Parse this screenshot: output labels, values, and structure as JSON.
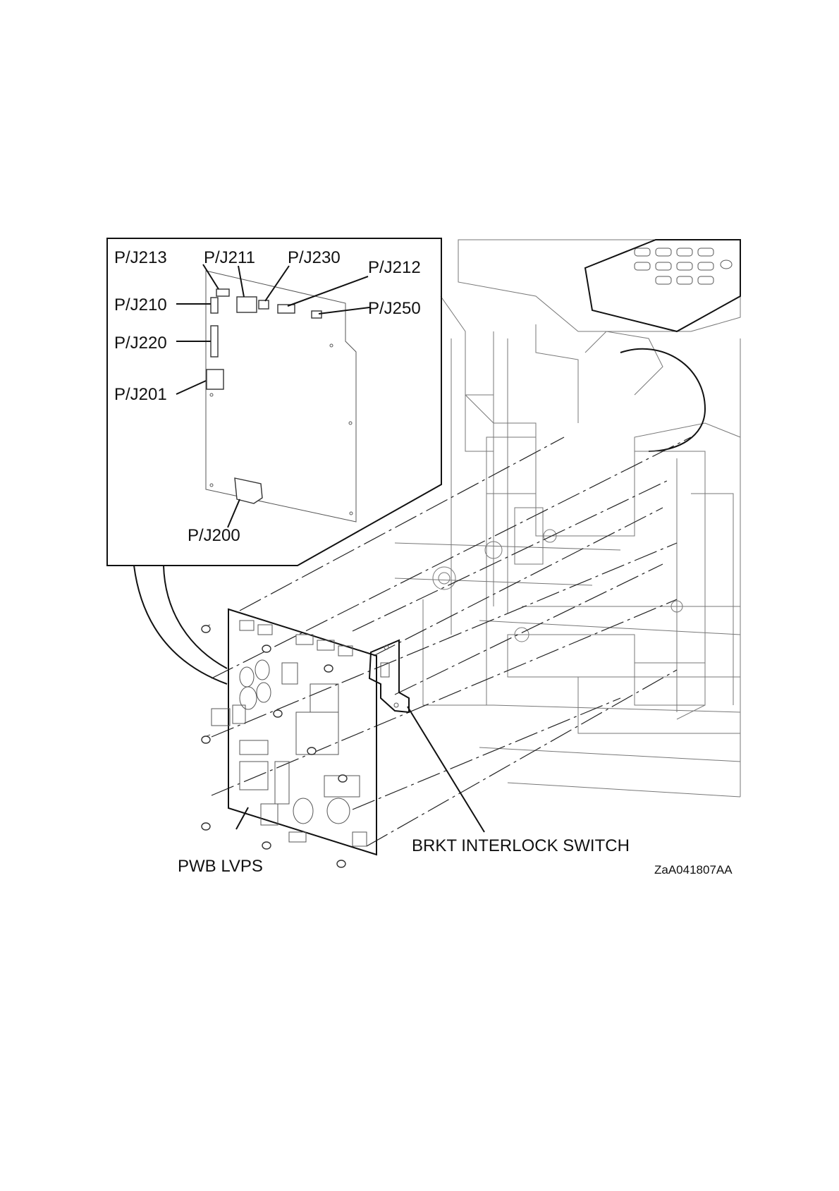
{
  "figure": {
    "reference_code": "ZaA041807AA"
  },
  "inset": {
    "connectors": [
      {
        "id": "pj213",
        "label": "P/J213"
      },
      {
        "id": "pj211",
        "label": "P/J211"
      },
      {
        "id": "pj230",
        "label": "P/J230"
      },
      {
        "id": "pj212",
        "label": "P/J212"
      },
      {
        "id": "pj210",
        "label": "P/J210"
      },
      {
        "id": "pj250",
        "label": "P/J250"
      },
      {
        "id": "pj220",
        "label": "P/J220"
      },
      {
        "id": "pj201",
        "label": "P/J201"
      },
      {
        "id": "pj200",
        "label": "P/J200"
      }
    ]
  },
  "parts": {
    "pwb_lvps": "PWB LVPS",
    "brkt_interlock_switch": "BRKT INTERLOCK SWITCH"
  }
}
